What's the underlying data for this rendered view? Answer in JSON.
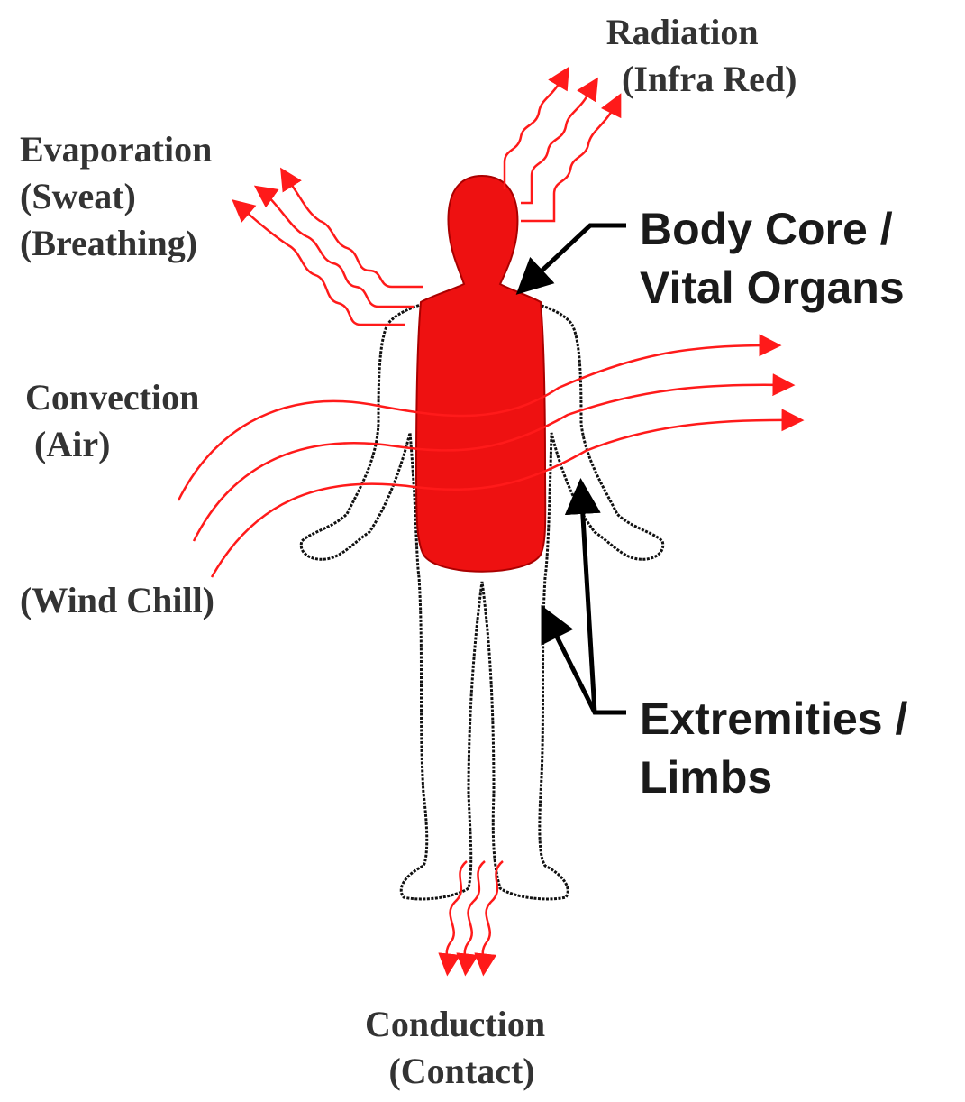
{
  "labels": {
    "radiation": [
      "Radiation",
      "(Infra Red)"
    ],
    "evaporation": [
      "Evaporation",
      "(Sweat)",
      "(Breathing)"
    ],
    "convection": [
      "Convection",
      "(Air)"
    ],
    "wind_chill": "(Wind Chill)",
    "conduction": [
      "Conduction",
      "(Contact)"
    ],
    "body_core": [
      "Body Core /",
      "Vital Organs"
    ],
    "extremities": [
      "Extremities /",
      "Limbs"
    ]
  },
  "colors": {
    "heat": "#ff1a1a",
    "core_fill": "#ee1111",
    "outline": "#111111",
    "pointer": "#000000",
    "text": "#333333"
  }
}
